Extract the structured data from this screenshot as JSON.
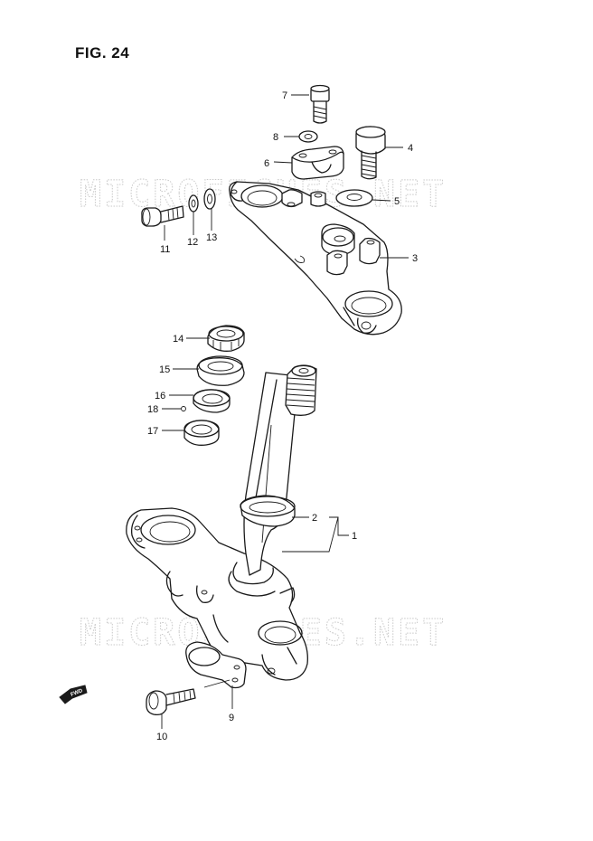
{
  "figure": {
    "title": "FIG. 24"
  },
  "watermark": "MICROFICHES.NET",
  "direction_marker": "FWD",
  "callouts": [
    "1",
    "2",
    "3",
    "4",
    "5",
    "6",
    "7",
    "8",
    "9",
    "10",
    "11",
    "12",
    "13",
    "14",
    "15",
    "16",
    "17",
    "18"
  ]
}
